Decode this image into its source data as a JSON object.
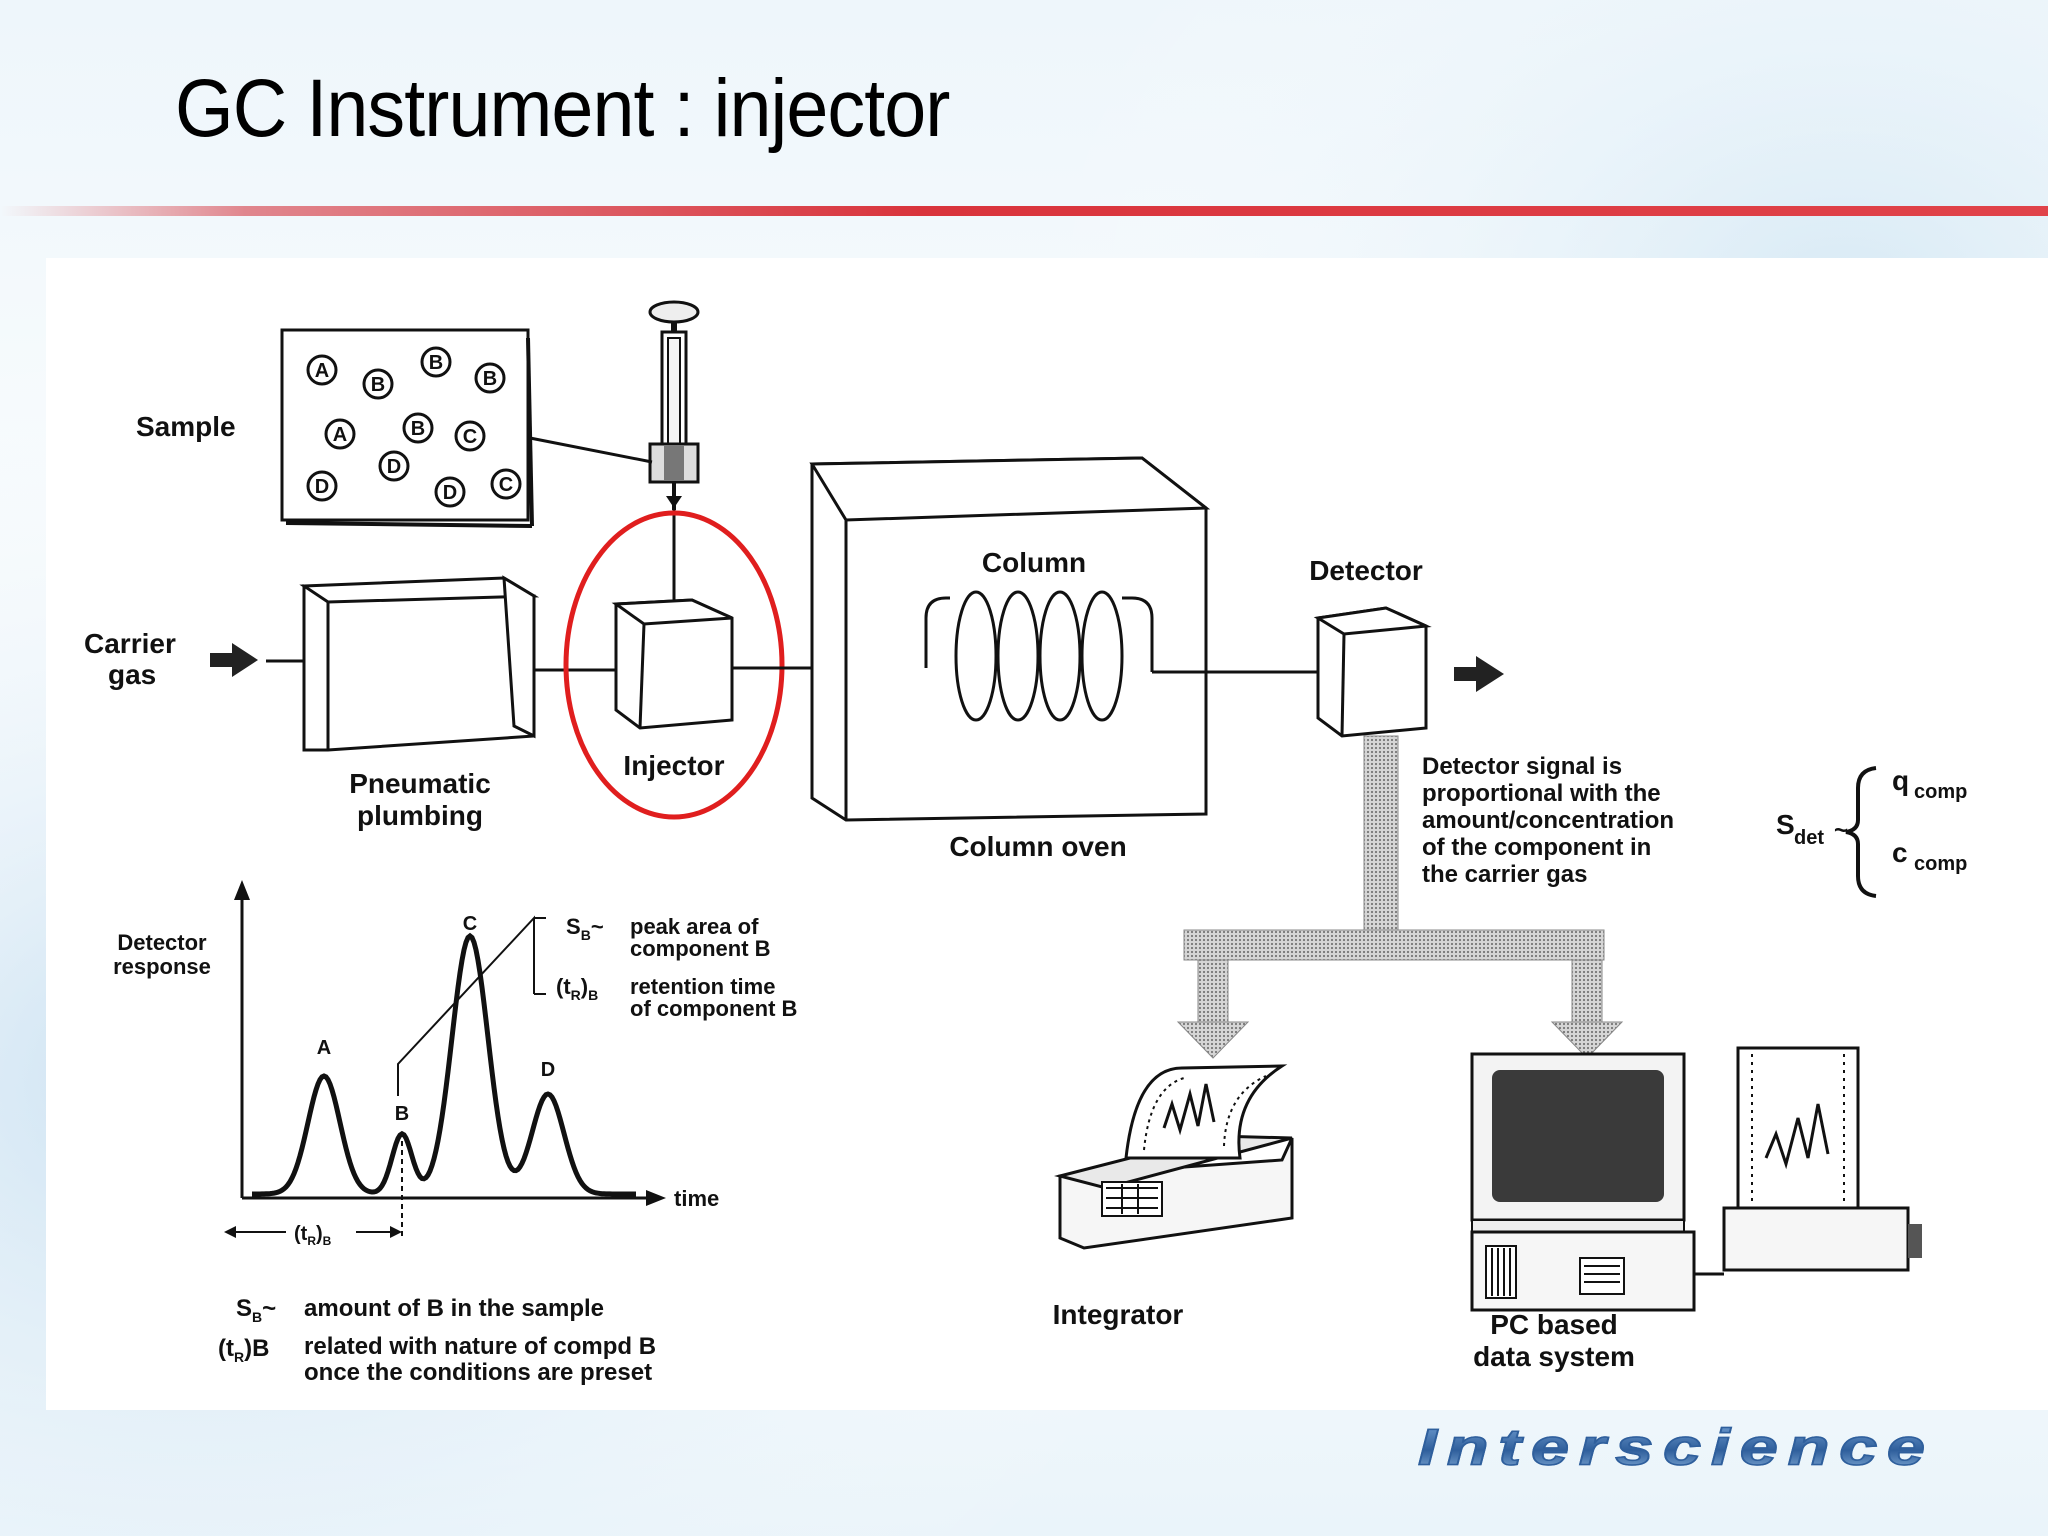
{
  "slide": {
    "title": "GC Instrument : injector",
    "logo": "Interscience"
  },
  "colors": {
    "accent_rule": "#d9343c",
    "highlight_circle": "#e01e1e",
    "logo_blue": "#2f5f9c"
  },
  "diagram": {
    "sample_label": "Sample",
    "sample_molecules": [
      "A",
      "B",
      "B",
      "B",
      "A",
      "B",
      "C",
      "D",
      "D",
      "D",
      "C"
    ],
    "carrier_gas": [
      "Carrier",
      "gas"
    ],
    "pneumatic": [
      "Pneumatic",
      "plumbing"
    ],
    "injector": "Injector",
    "column": "Column",
    "column_oven": "Column oven",
    "detector": "Detector",
    "detector_signal": [
      "Detector signal is",
      "proportional with the",
      "amount/concentration",
      "of the component in",
      "the carrier gas"
    ],
    "sdet": "S",
    "sdet_sub": "det",
    "q": "q",
    "c": "c",
    "comp_sub": "comp",
    "integrator": "Integrator",
    "pc_system": [
      "PC based",
      "data system"
    ],
    "chromatogram": {
      "ylabel": [
        "Detector",
        "response"
      ],
      "xlabel": "time",
      "peaks": [
        "A",
        "B",
        "C",
        "D"
      ],
      "sb_line1": "peak area of",
      "sb_line2": "component B",
      "tr_line1": "retention time",
      "tr_line2": "of component B",
      "tr_axis": "(t",
      "note1_sym": "S",
      "note1": "amount of B in the sample",
      "note2_sym": "(t",
      "note2_a": "related with nature of compd B",
      "note2_b": "once the conditions are preset"
    }
  }
}
